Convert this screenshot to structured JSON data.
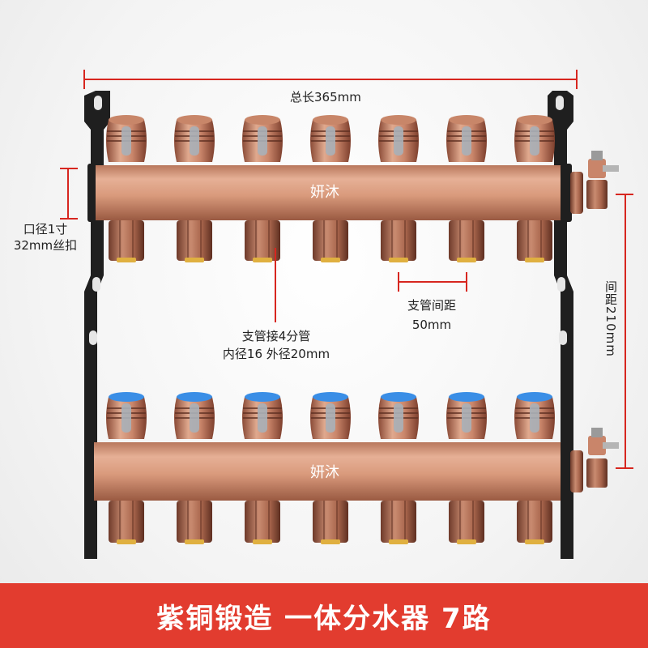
{
  "dimensions": {
    "total_length": "总长365mm",
    "inlet_diameter_line1": "口径1寸",
    "inlet_diameter_line2": "32mm丝扣",
    "branch_connection_line1": "支管接4分管",
    "branch_connection_line2": "内径16  外径20mm",
    "branch_spacing_line1": "支管间距",
    "branch_spacing_line2": "50mm",
    "bar_spacing": "间距210mm"
  },
  "brand": "妍沐",
  "banner": {
    "title": "紫铜锻造  一体分水器  7路"
  },
  "product": {
    "branch_ports": 7,
    "colors": {
      "copper": "#d99a7c",
      "copper_dark": "#9a5a42",
      "bracket": "#1f1f1f",
      "dimension_line": "#d7261f",
      "cap_blue": "#3a8ee6",
      "banner": "#e23c2f"
    }
  }
}
